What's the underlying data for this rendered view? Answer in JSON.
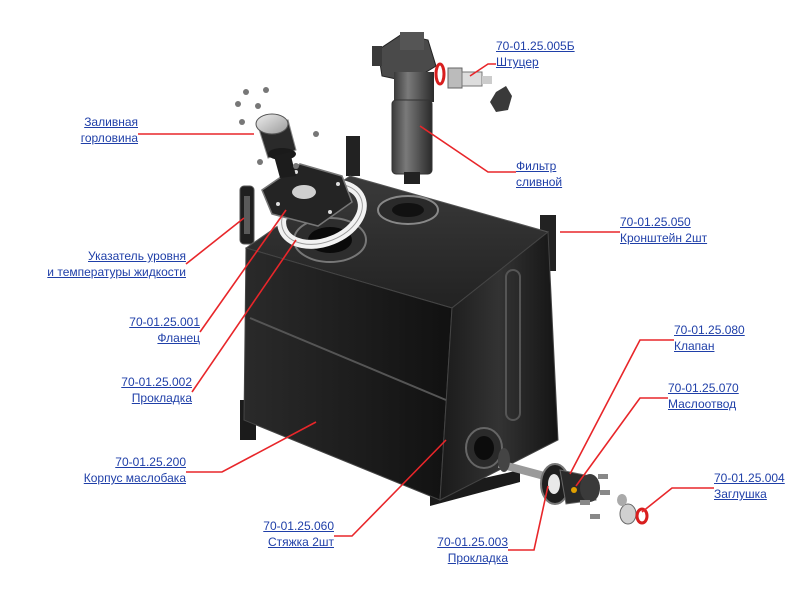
{
  "colors": {
    "link": "#1f3fa8",
    "leader": "#e8262a",
    "body": "#1a1a1a",
    "accent": "#d81e1e"
  },
  "labels": {
    "filler_neck": {
      "line1": "Заливная",
      "line2": "горловина"
    },
    "fitting": {
      "code": "70-01.25.005Б",
      "name": "Штуцер"
    },
    "filter": {
      "line1": "Фильтр",
      "line2": "сливной"
    },
    "bracket": {
      "code": "70-01.25.050",
      "name": "Кронштейн 2шт"
    },
    "level_gauge": {
      "line1": "Указатель уровня",
      "line2": "и температуры жидкости"
    },
    "flange": {
      "code": "70-01.25.001",
      "name": "Фланец"
    },
    "gasket_top": {
      "code": "70-01.25.002",
      "name": "Прокладка"
    },
    "valve": {
      "code": "70-01.25.080",
      "name": "Клапан"
    },
    "oil_outlet": {
      "code": "70-01.25.070",
      "name": "Маслоотвод"
    },
    "tank_body": {
      "code": "70-01.25.200",
      "name": "Корпус маслобака"
    },
    "plug": {
      "code": "70-01.25.004",
      "name": "Заглушка"
    },
    "tie": {
      "code": "70-01.25.060",
      "name": "Стяжка 2шт"
    },
    "gasket_bottom": {
      "code": "70-01.25.003",
      "name": "Прокладка"
    }
  }
}
